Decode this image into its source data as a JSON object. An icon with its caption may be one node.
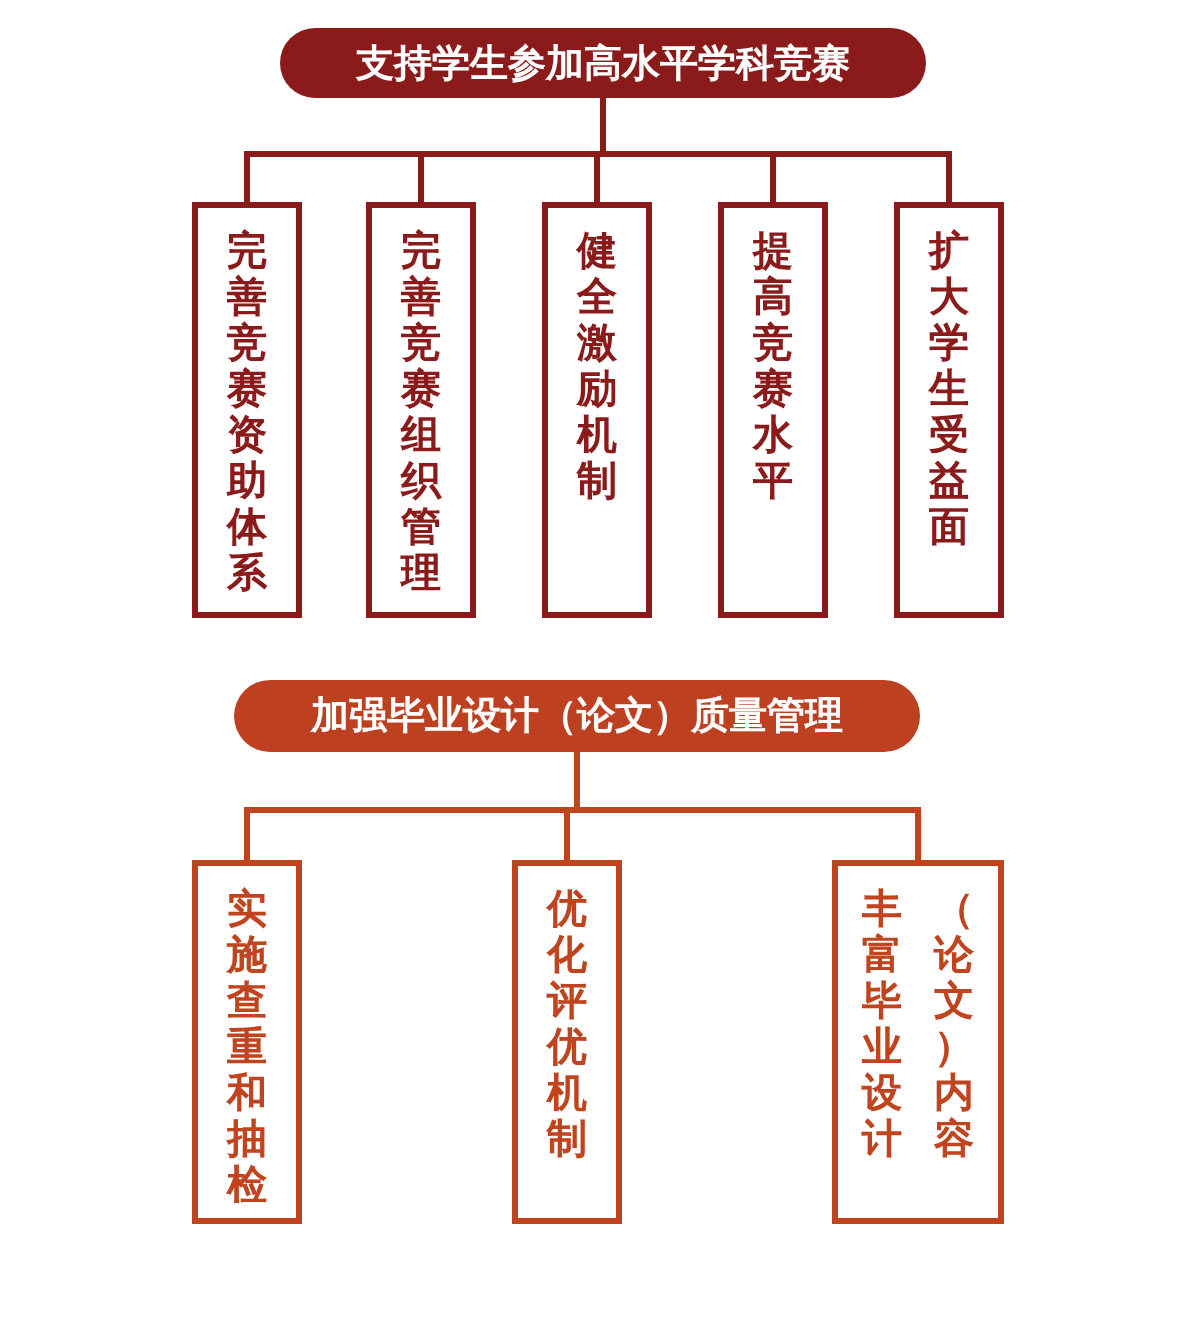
{
  "diagram": {
    "nodes": [
      {
        "text": [
          "支持学生参加高水平学科竞赛"
        ]
      },
      {
        "text": [
          "完善竞赛资助体系"
        ]
      },
      {
        "text": [
          "完善竞赛组织管理"
        ]
      },
      {
        "text": [
          "健全激励机制"
        ]
      },
      {
        "text": [
          "提高竞赛水平"
        ]
      },
      {
        "text": [
          "扩大学生受益面"
        ]
      },
      {
        "text": [
          "加强毕业设计（论文）质量管理"
        ]
      },
      {
        "text": [
          "实施查重和抽检"
        ]
      },
      {
        "text": [
          "优化评优机制"
        ]
      },
      {
        "text": [
          "丰富毕业设计（论文）内容"
        ]
      }
    ],
    "edges": [
      {
        "from": 0,
        "to": 1,
        "arrow": "none"
      },
      {
        "from": 0,
        "to": 2,
        "arrow": "none"
      },
      {
        "from": 0,
        "to": 3,
        "arrow": "none"
      },
      {
        "from": 0,
        "to": 4,
        "arrow": "none"
      },
      {
        "from": 0,
        "to": 5,
        "arrow": "none"
      },
      {
        "from": 6,
        "to": 7,
        "arrow": "none",
        "color": "#c0441e"
      },
      {
        "from": 6,
        "to": 8,
        "arrow": "none",
        "color": "#c0441e"
      },
      {
        "from": 6,
        "to": 9,
        "arrow": "none",
        "color": "#c0441e"
      }
    ]
  }
}
